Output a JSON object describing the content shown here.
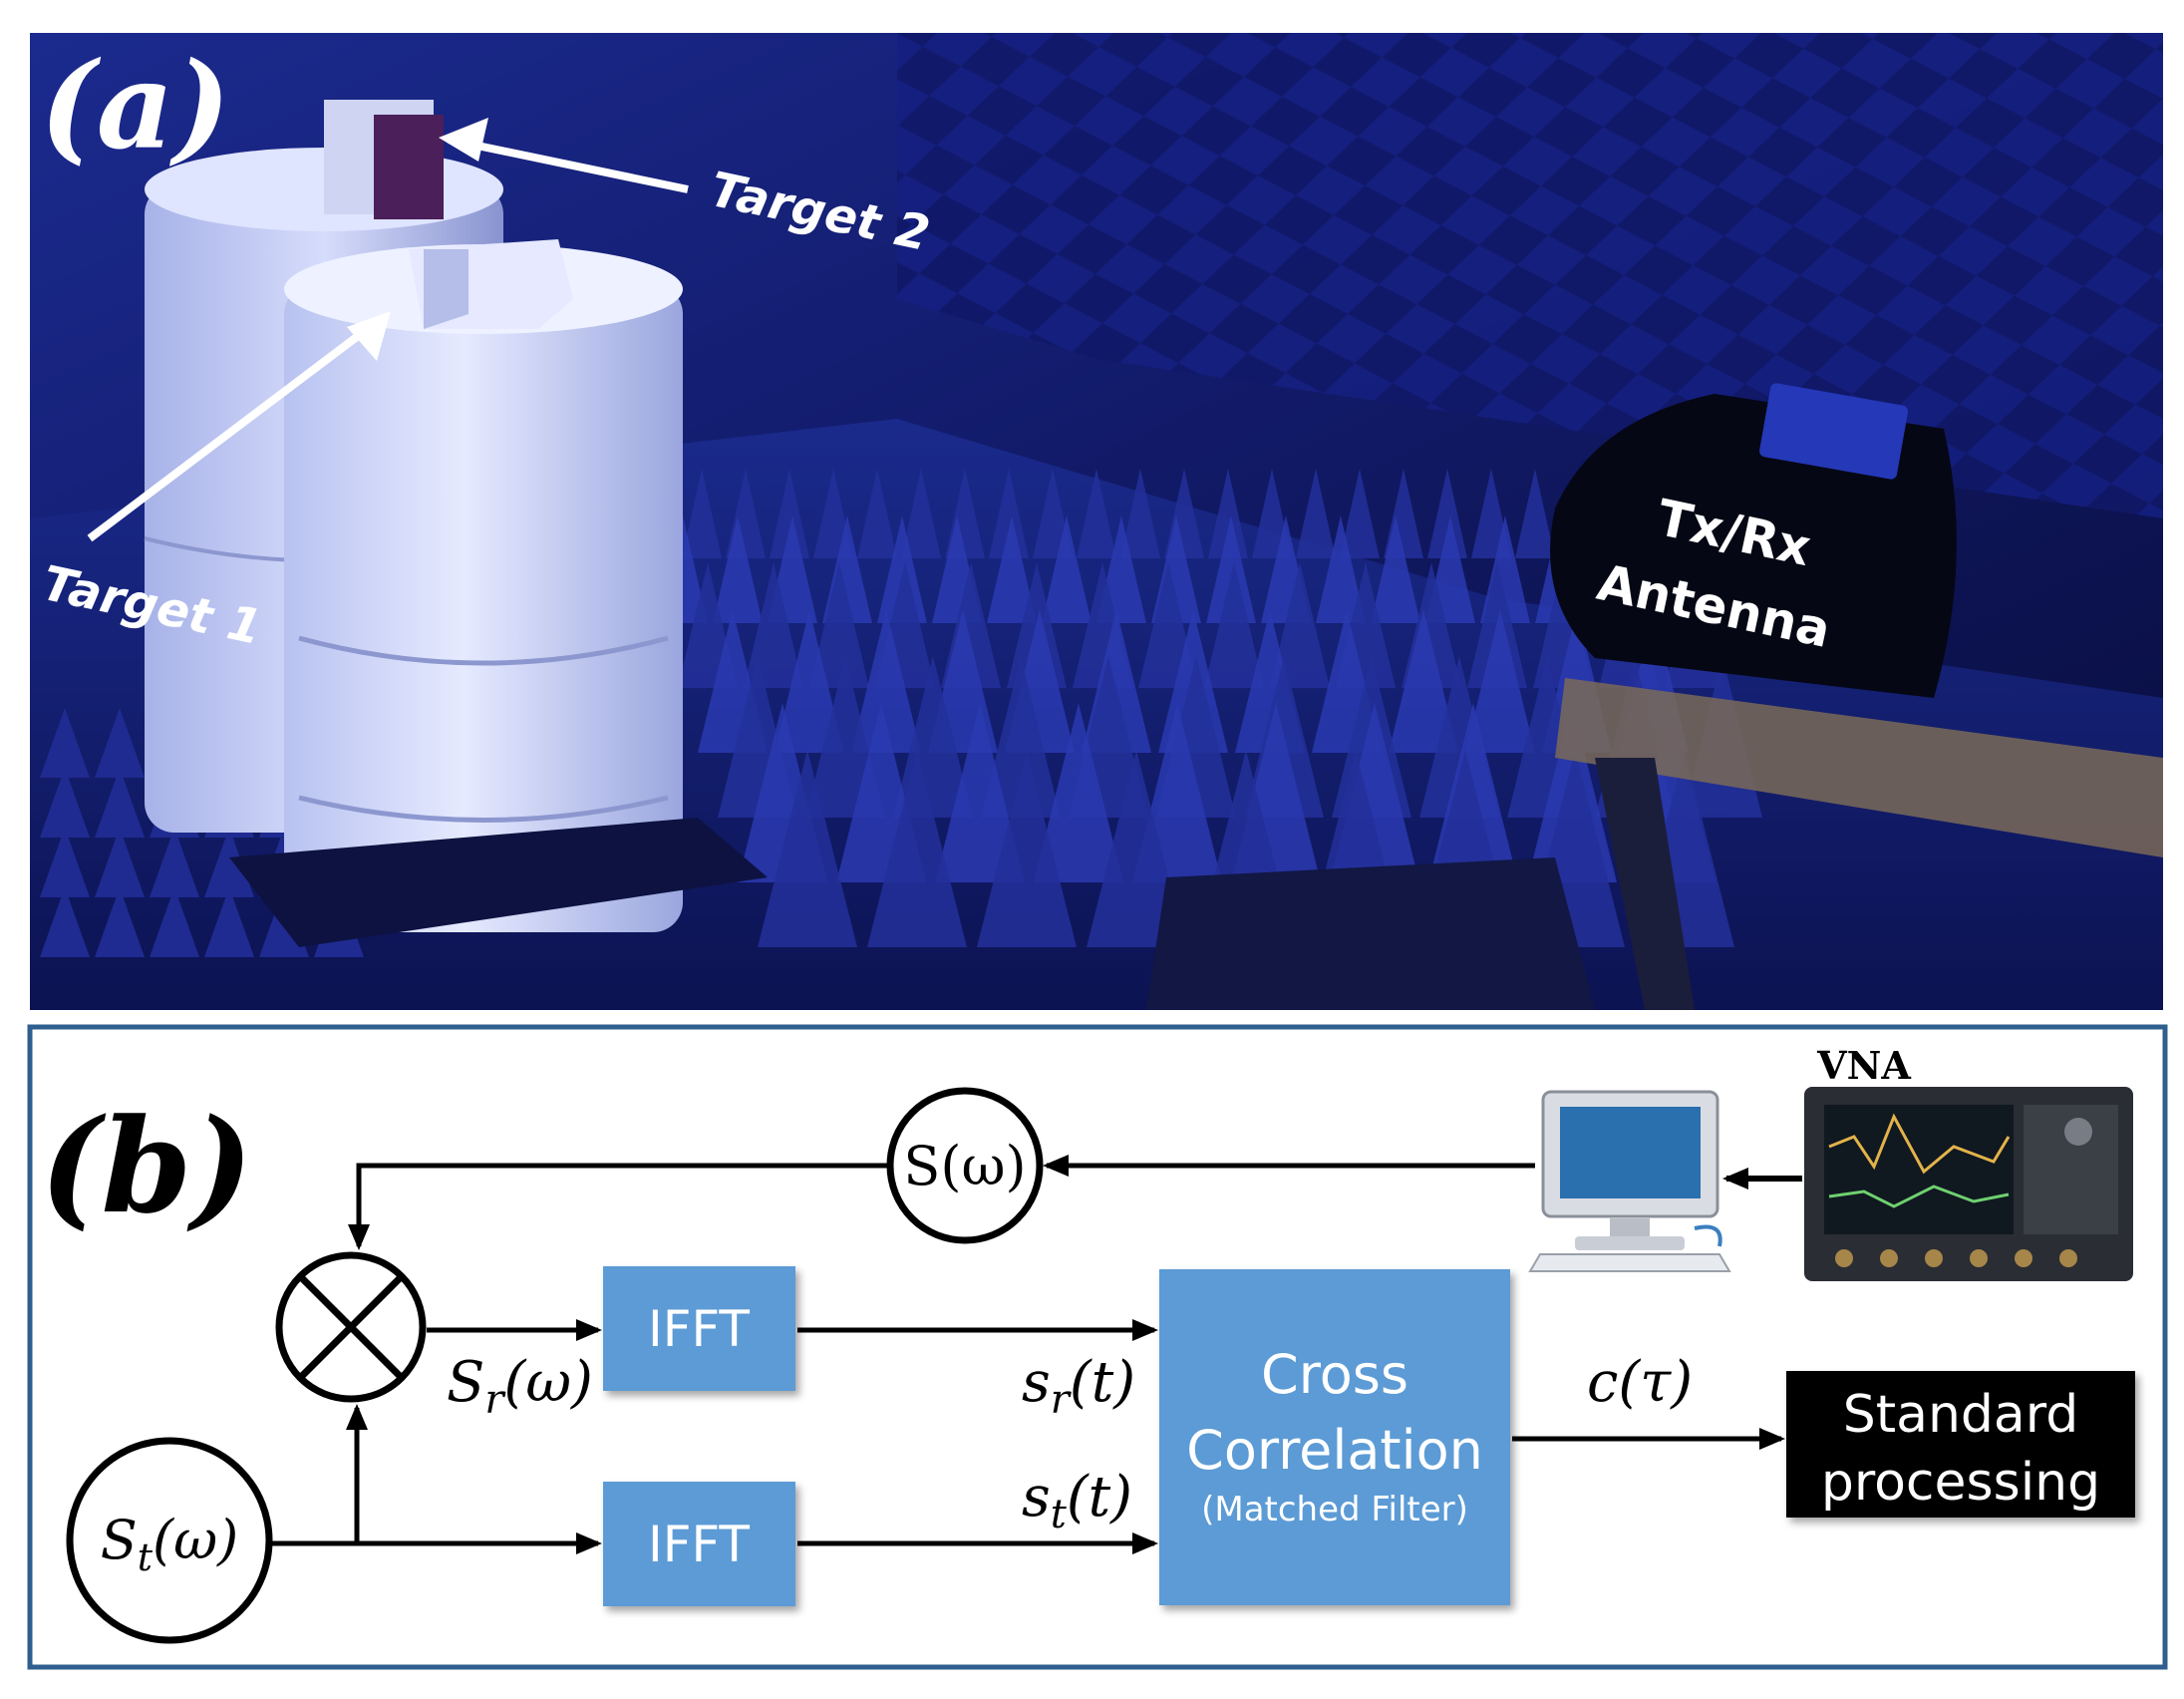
{
  "panel_a": {
    "label": "(a)",
    "target1_label": "Target 1",
    "target2_label": "Target 2",
    "antenna_label_line1": "Tx/Rx",
    "antenna_label_line2": "Antenna"
  },
  "panel_b": {
    "label": "(b)",
    "vna_label": "VNA",
    "s_omega": "S(ω)",
    "st_omega_base": "S",
    "st_omega_sub": "t",
    "st_omega_tail": "(ω)",
    "sr_omega_base": "S",
    "sr_omega_sub": "r",
    "sr_omega_tail": "(ω)",
    "sr_t_base": "s",
    "sr_t_sub": "r",
    "sr_t_tail": "(t)",
    "st_t_base": "s",
    "st_t_sub": "t",
    "st_t_tail": "(t)",
    "c_tau": "c(τ)",
    "ifft_top": "IFFT",
    "ifft_bottom": "IFFT",
    "cross_line1": "Cross",
    "cross_line2": "Correlation",
    "cross_line3": "(Matched Filter)",
    "standard_line1": "Standard",
    "standard_line2": "processing"
  },
  "colors": {
    "photo_dark": "#0a0f4a",
    "photo_mid": "#1a2a9a",
    "block_blue": "#5b9bd5",
    "frame_blue": "#2f5f8f",
    "standard_bg": "#000000"
  }
}
